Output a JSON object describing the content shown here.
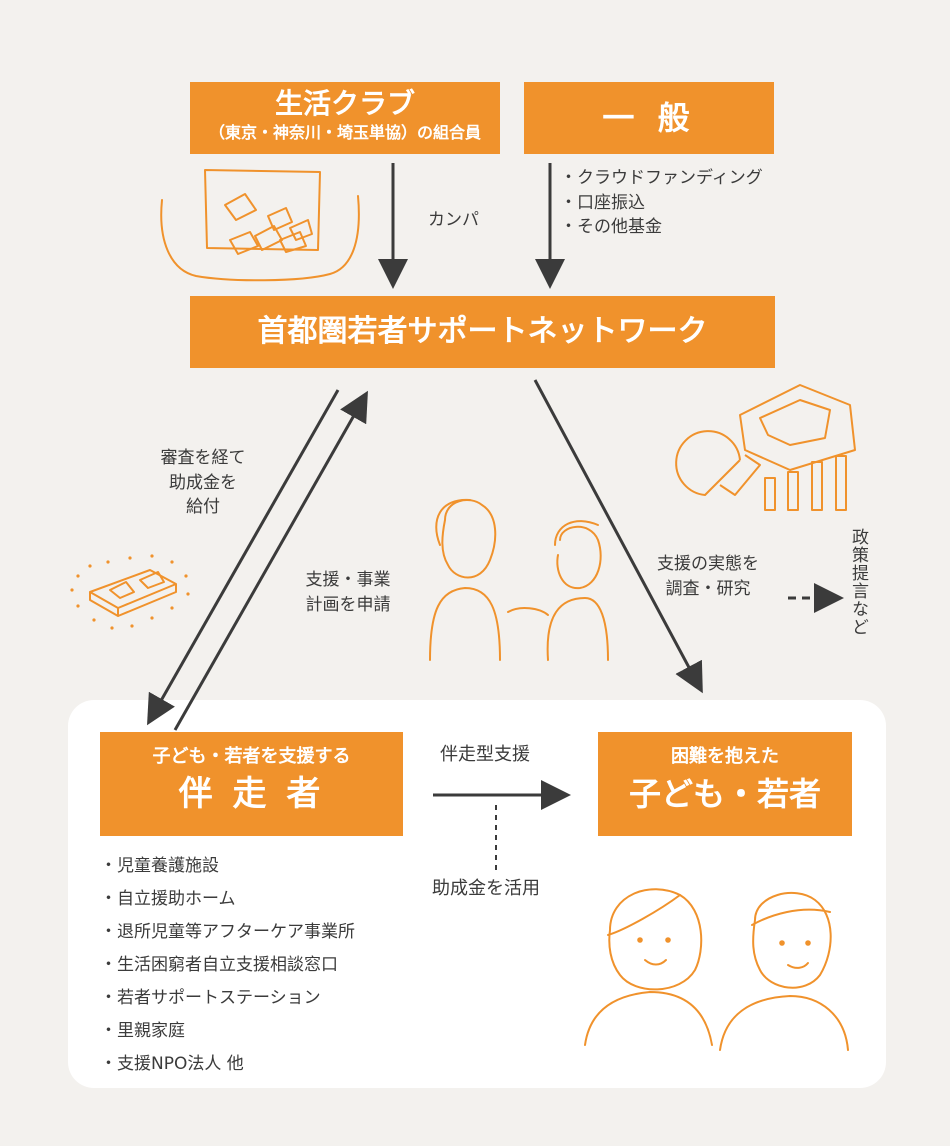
{
  "seikatsu": {
    "title": "生活クラブ",
    "subtitle": "（東京・神奈川・埼玉単協）の組合員"
  },
  "general": {
    "title": "一 般"
  },
  "network": {
    "title": "首都圏若者サポートネットワーク"
  },
  "labels": {
    "kanpa": "カンパ",
    "general_methods": [
      "・クラウドファンディング",
      "・口座振込",
      "・その他基金"
    ],
    "grant": [
      "審査を経て",
      "助成金を",
      "給付"
    ],
    "apply": [
      "支援・事業",
      "計画を申請"
    ],
    "research": [
      "支援の実態を",
      "調査・研究"
    ],
    "policy": "政策提言など",
    "accompany": "伴走型支援",
    "use_grant": "助成金を活用"
  },
  "supporter": {
    "subtitle": "子ども・若者を支援する",
    "title": "伴 走 者"
  },
  "youth": {
    "subtitle": "困難を抱えた",
    "title": "子ども・若者"
  },
  "supporter_list": [
    "・児童養護施設",
    "・自立援助ホーム",
    "・退所児童等アフターケア事業所",
    "・生活困窮者自立支援相談窓口",
    "・若者サポートステーション",
    "・里親家庭",
    "・支援NPO法人 他"
  ],
  "colors": {
    "accent": "#f0922c",
    "text": "#3b3b3b",
    "background": "#f3f1ee",
    "panel": "#ffffff"
  }
}
